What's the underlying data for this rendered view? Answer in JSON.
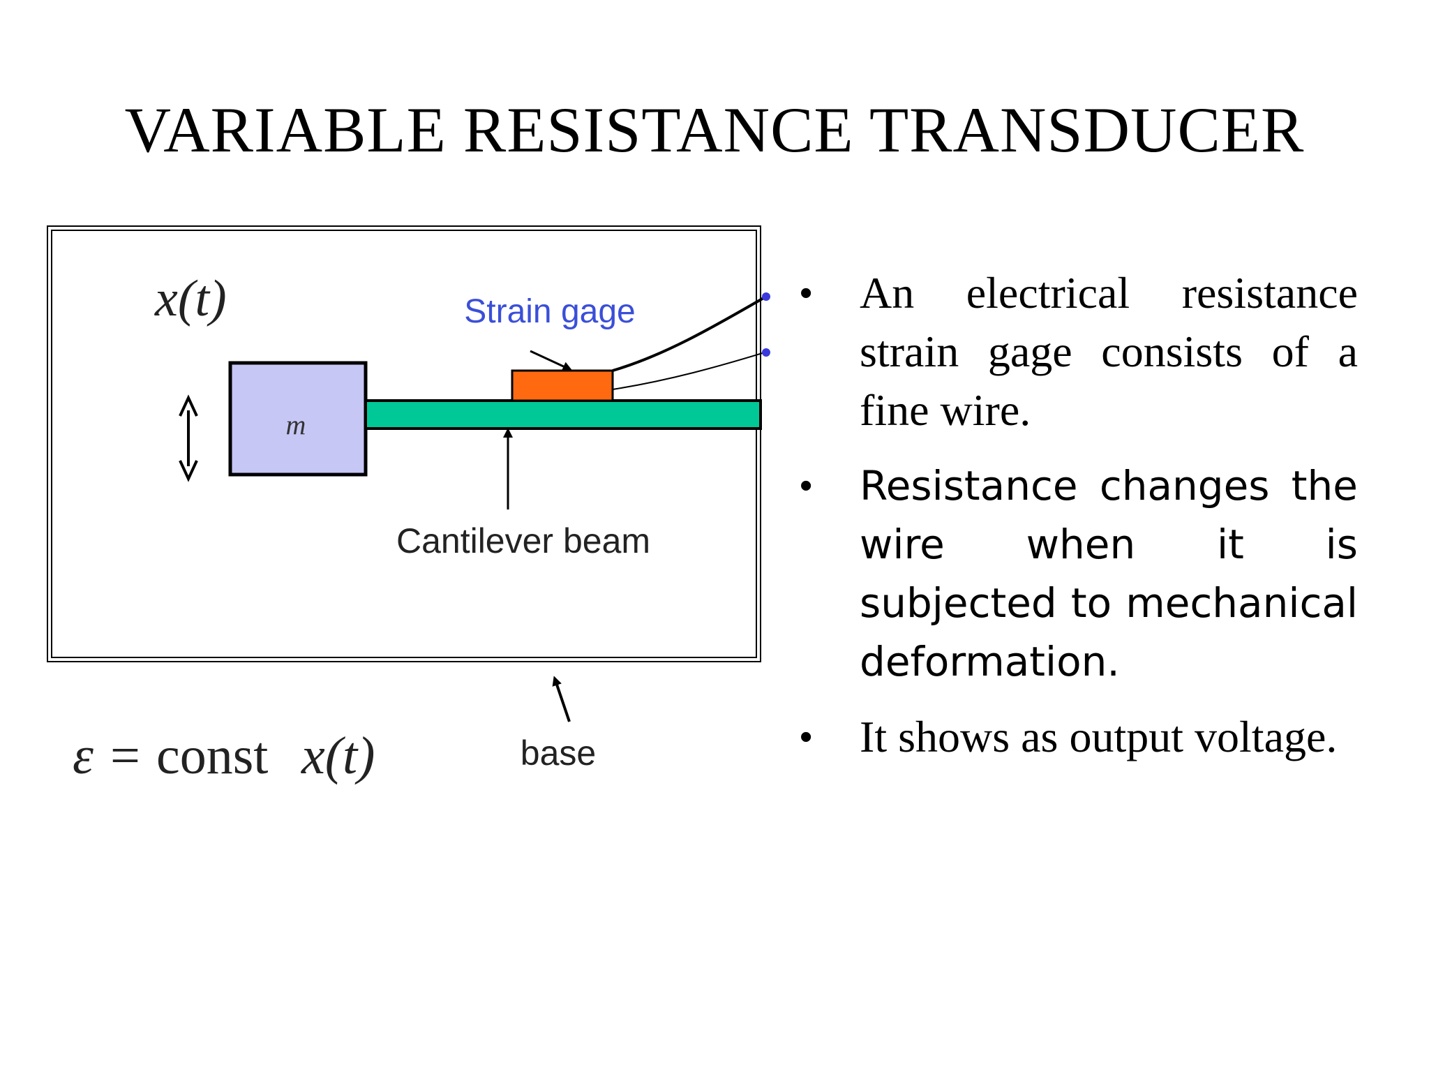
{
  "slide": {
    "title": "VARIABLE RESISTANCE TRANSDUCER"
  },
  "diagram": {
    "displacement_label": "x(t)",
    "mass_label": "m",
    "strain_gage_label": "Strain gage",
    "beam_label": "Cantilever beam",
    "base_label": "base",
    "equation": {
      "symbol": "ε",
      "equals": "=",
      "const": "const",
      "term": "x(t)"
    },
    "colors": {
      "mass_fill": "#c7c7f6",
      "beam_fill": "#00c896",
      "gage_fill": "#ff6a10",
      "gage_label": "#3a4fd8",
      "wire_dot": "#3a3adc"
    }
  },
  "bullets": [
    {
      "text": "An electrical resistance strain gage consists of a fine wire."
    },
    {
      "text": "Resistance changes the wire  when it is subjected to mechanical deformation."
    },
    {
      "text": "It shows as output voltage."
    }
  ]
}
